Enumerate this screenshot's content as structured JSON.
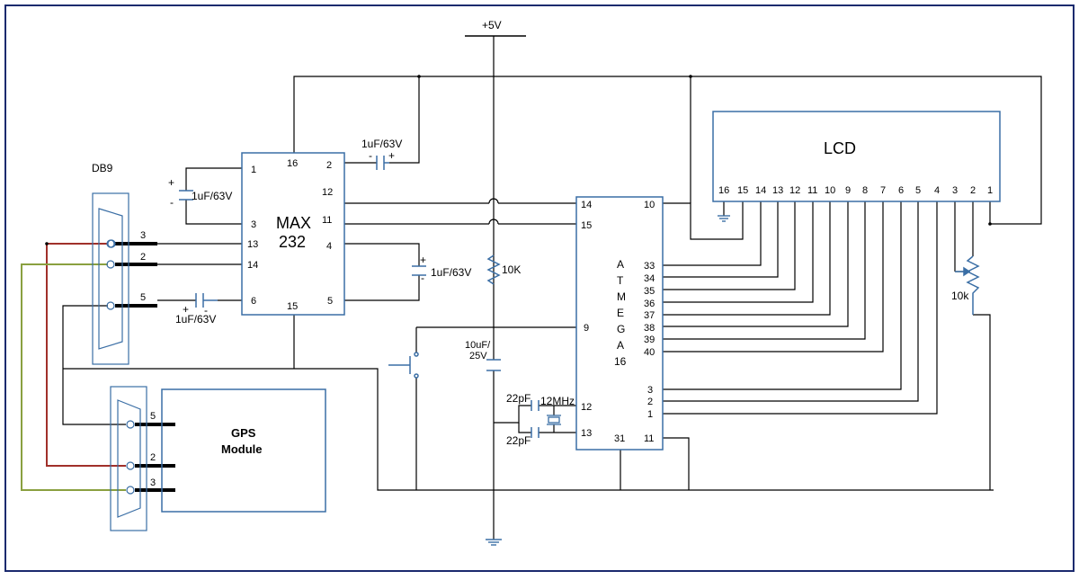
{
  "supply": {
    "label": "+5V"
  },
  "db9": {
    "label": "DB9",
    "pins": {
      "rx": "3",
      "tx": "2",
      "gnd": "5"
    }
  },
  "max232": {
    "label_line1": "MAX",
    "label_line2": "232",
    "pins": {
      "p1": "1",
      "p3": "3",
      "p13": "13",
      "p14": "14",
      "p6": "6",
      "p16": "16",
      "p15": "15",
      "p2": "2",
      "p12": "12",
      "p11": "11",
      "p4": "4",
      "p5": "5"
    }
  },
  "capacitors": {
    "c1": "1uF/63V",
    "c2": "1uF/63V",
    "c3": "1uF/63V",
    "c4": "1uF/63V",
    "c_reset": "10uF/\n25V",
    "c_reset_line1": "10uF/",
    "c_reset_line2": "25V",
    "c_xtal_top": "22pF",
    "c_xtal_bottom": "22pF",
    "plus": "+",
    "minus": "-"
  },
  "resistor": {
    "label": "10K"
  },
  "crystal": {
    "label": "12MHz"
  },
  "atmega": {
    "letters": [
      "A",
      "T",
      "M",
      "E",
      "G",
      "A",
      "16"
    ],
    "pins_left": [
      "14",
      "15",
      "9",
      "12",
      "13"
    ],
    "pins_right": [
      "10",
      "33",
      "34",
      "35",
      "36",
      "37",
      "38",
      "39",
      "40",
      "3",
      "2",
      "1",
      "11"
    ],
    "pin_bottom": "31"
  },
  "lcd": {
    "label": "LCD",
    "pins": [
      "16",
      "15",
      "14",
      "13",
      "12",
      "11",
      "10",
      "9",
      "8",
      "7",
      "6",
      "5",
      "4",
      "3",
      "2",
      "1"
    ]
  },
  "pot": {
    "label": "10k"
  },
  "gps": {
    "label_line1": "GPS",
    "label_line2": "Module",
    "pins": {
      "gnd": "5",
      "tx": "2",
      "rx": "3"
    }
  },
  "colors": {
    "wire": "#000000",
    "component": "#3a6ea5",
    "red_wire": "#a0302a",
    "green_wire": "#8aa040",
    "frame": "#1a2a6e"
  }
}
